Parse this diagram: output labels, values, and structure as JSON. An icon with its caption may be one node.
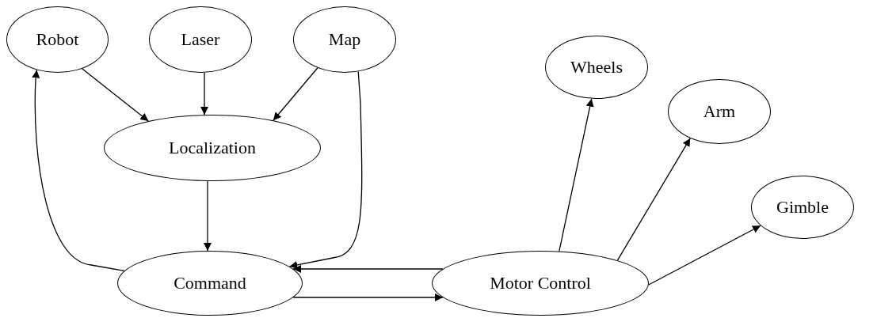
{
  "diagram": {
    "nodes": [
      {
        "text": [
          "Robot"
        ]
      },
      {
        "text": [
          "Laser"
        ]
      },
      {
        "text": [
          "Map"
        ]
      },
      {
        "text": [
          "Localization"
        ]
      },
      {
        "text": [
          "Command"
        ]
      },
      {
        "text": [
          "Motor Control"
        ]
      },
      {
        "text": [
          "Wheels"
        ]
      },
      {
        "text": [
          "Arm"
        ]
      },
      {
        "text": [
          "Gimble"
        ]
      }
    ],
    "edges": [
      {
        "from": 0,
        "to": 3,
        "arrow": "to"
      },
      {
        "from": 1,
        "to": 3,
        "arrow": "to"
      },
      {
        "from": 2,
        "to": 3,
        "arrow": "to"
      },
      {
        "from": 3,
        "to": 4,
        "arrow": "to"
      },
      {
        "from": 2,
        "to": 4,
        "arrow": "to"
      },
      {
        "from": 4,
        "to": 0,
        "arrow": "to"
      },
      {
        "from": 5,
        "to": 4,
        "arrow": "to"
      },
      {
        "from": 4,
        "to": 5,
        "arrow": "to"
      },
      {
        "from": 5,
        "to": 6,
        "arrow": "to"
      },
      {
        "from": 5,
        "to": 7,
        "arrow": "to"
      },
      {
        "from": 5,
        "to": 8,
        "arrow": "to"
      }
    ]
  }
}
